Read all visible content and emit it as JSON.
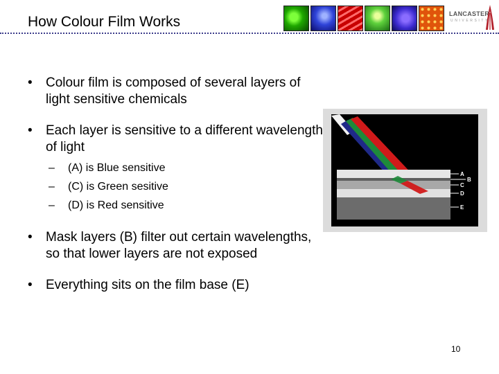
{
  "slide": {
    "title": "How Colour Film Works",
    "page_number": "10"
  },
  "logo": {
    "name": "LANCASTER",
    "subtitle": "UNIVERSITY"
  },
  "bullets": [
    {
      "text": "Colour film is composed of several layers of light sensitive chemicals",
      "subitems": []
    },
    {
      "text": "Each layer is sensitive to a different wavelength of light",
      "subitems": [
        "(A) is Blue sensitive",
        "(C) is Green sesitive",
        "(D) is Red sensitive"
      ]
    },
    {
      "text": "Mask layers (B) filter out certain wavelengths, so that lower layers are not exposed",
      "subitems": []
    },
    {
      "text": "Everything sits on the film base (E)",
      "subitems": []
    }
  ],
  "diagram": {
    "labels": {
      "a": "A",
      "b": "B",
      "c": "C",
      "d": "D",
      "e": "E"
    },
    "colors": {
      "background": "#000000",
      "blue": "#1f2a88",
      "green": "#1e8a3a",
      "red": "#d11a1a"
    }
  },
  "banner_tiles": [
    "green",
    "blue",
    "red",
    "green",
    "blue",
    "orange"
  ]
}
